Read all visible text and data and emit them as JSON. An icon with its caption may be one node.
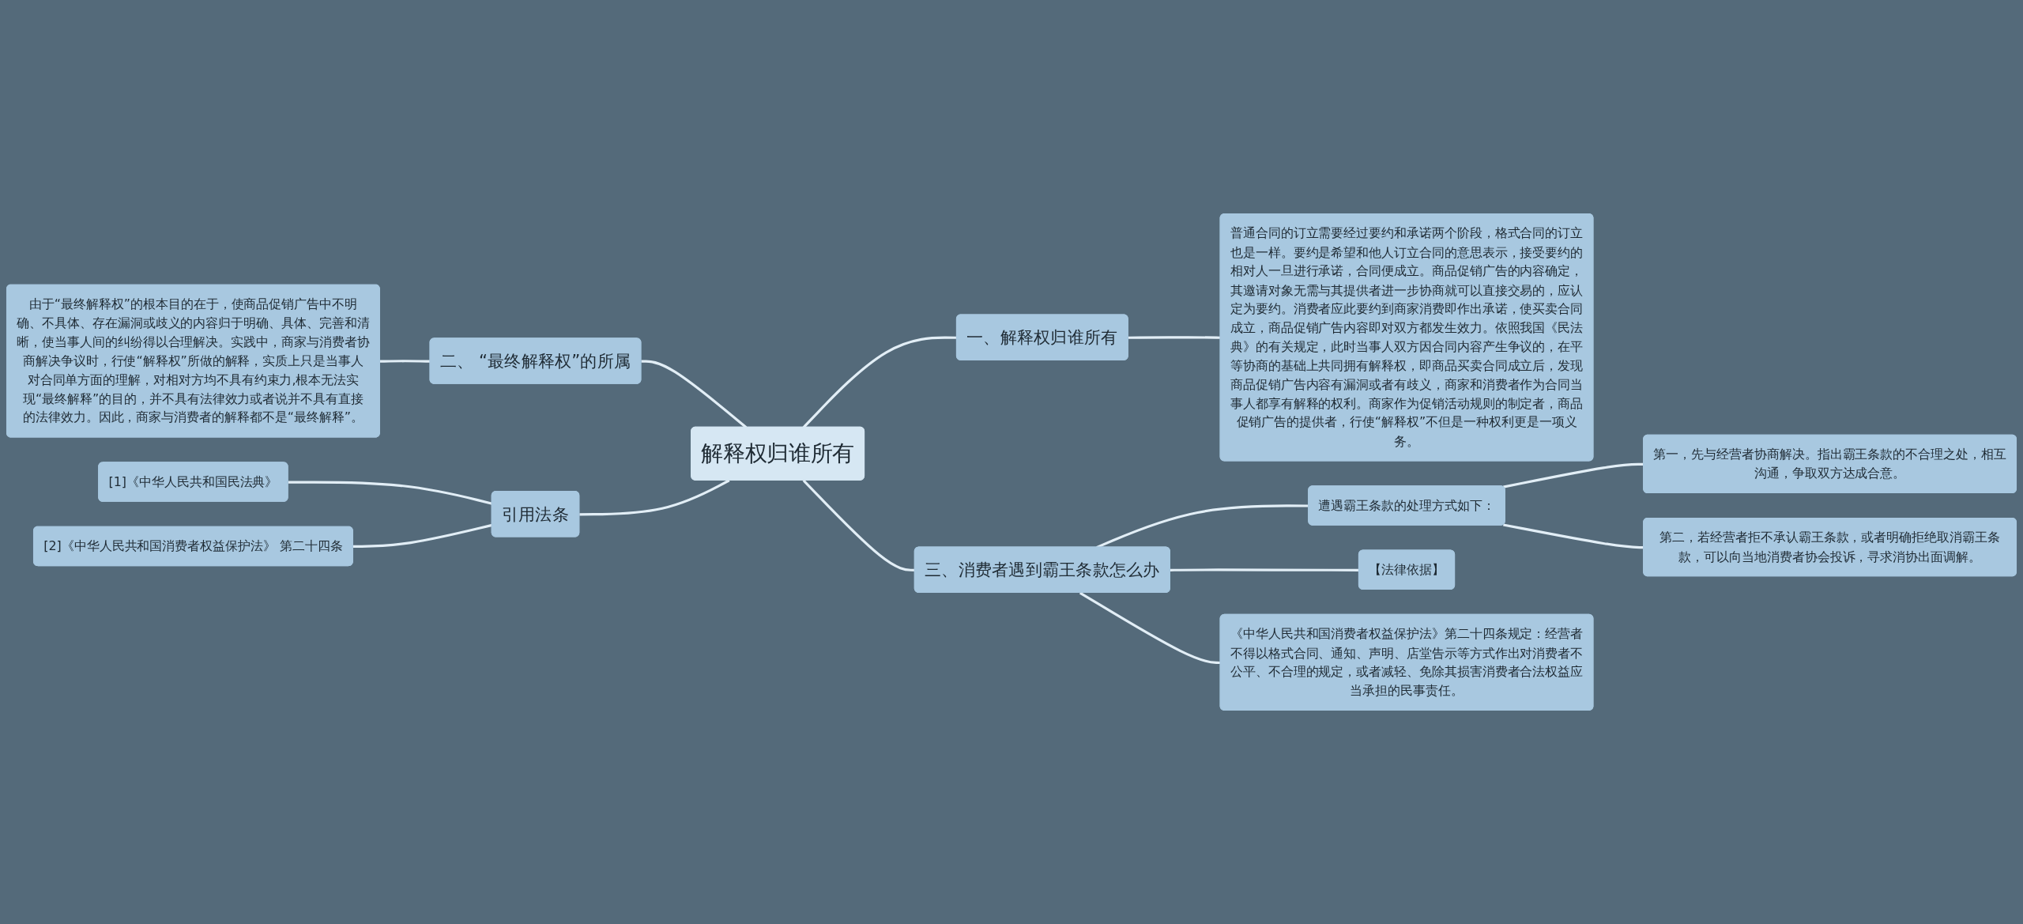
{
  "diagram": {
    "nodes": [
      {
        "text": [
          "解释权归谁所有"
        ]
      },
      {
        "text": [
          "一、解释权归谁所有"
        ]
      },
      {
        "text": [
          "普通合同的订立需要经过要约和承诺两个阶段，格式合同的订立也是一样。要约是希望和他人订立合同的意思表示，接受要约的相对人一旦进行承诺，合同便成立。商品促销广告的内容确定，其邀请对象无需与其提供者进一步协商就可以直接交易的，应认定为要约。消费者应此要约到商家消费即作出承诺，使买卖合同成立，商品促销广告内容即对双方都发生效力。依照我国《民法典》的有关规定，此时当事人双方因合同内容产生争议的，在平等协商的基础上共同拥有解释权，即商品买卖合同成立后，发现商品促销广告内容有漏洞或者有歧义，商家和消费者作为合同当事人都享有解释的权利。商家作为促销活动规则的制定者，商品促销广告的提供者，行使“解释权”不但是一种权利更是一项义务。"
        ]
      },
      {
        "text": [
          "三、消费者遇到霸王条款怎么办"
        ]
      },
      {
        "text": [
          "遭遇霸王条款的处理方式如下："
        ]
      },
      {
        "text": [
          "第一，先与经营者协商解决。指出霸王条款的不合理之处，相互沟通，争取双方达成合意。"
        ]
      },
      {
        "text": [
          "第二，若经营者拒不承认霸王条款，或者明确拒绝取消霸王条款，可以向当地消费者协会投诉，寻求消协出面调解。"
        ]
      },
      {
        "text": [
          "【法律依据】"
        ]
      },
      {
        "text": [
          "《中华人民共和国消费者权益保护法》第二十四条规定：经营者不得以格式合同、通知、声明、店堂告示等方式作出对消费者不公平、不合理的规定，或者减轻、免除其损害消费者合法权益应当承担的民事责任。"
        ]
      },
      {
        "text": [
          "二、 “最终解释权”的所属"
        ]
      },
      {
        "text": [
          "由于“最终解释权”的根本目的在于，使商品促销广告中不明确、不具体、存在漏洞或歧义的内容归于明确、具体、完善和清晰，使当事人间的纠纷得以合理解决。实践中，商家与消费者协商解决争议时，行使“解释权”所做的解释，实质上只是当事人对合同单方面的理解，对相对方均不具有约束力,根本无法实现“最终解释”的目的，并不具有法律效力或者说并不具有直接的法律效力。因此，商家与消费者的解释都不是“最终解释”。"
        ]
      },
      {
        "text": [
          "引用法条"
        ]
      },
      {
        "text": [
          "[1]《中华人民共和国民法典》"
        ]
      },
      {
        "text": [
          "[2]《中华人民共和国消费者权益保护法》 第二十四条"
        ]
      }
    ],
    "edges": [
      {
        "from": 0,
        "to": 1,
        "arrow": "none"
      },
      {
        "from": 1,
        "to": 2,
        "arrow": "none"
      },
      {
        "from": 0,
        "to": 3,
        "arrow": "none"
      },
      {
        "from": 3,
        "to": 4,
        "arrow": "none"
      },
      {
        "from": 4,
        "to": 5,
        "arrow": "none"
      },
      {
        "from": 4,
        "to": 6,
        "arrow": "none"
      },
      {
        "from": 3,
        "to": 7,
        "arrow": "none"
      },
      {
        "from": 3,
        "to": 8,
        "arrow": "none"
      },
      {
        "from": 9,
        "to": 0,
        "arrow": "none"
      },
      {
        "from": 10,
        "to": 9,
        "arrow": "none"
      },
      {
        "from": 11,
        "to": 0,
        "arrow": "none"
      },
      {
        "from": 12,
        "to": 11,
        "arrow": "none"
      },
      {
        "from": 13,
        "to": 11,
        "arrow": "none"
      }
    ]
  }
}
